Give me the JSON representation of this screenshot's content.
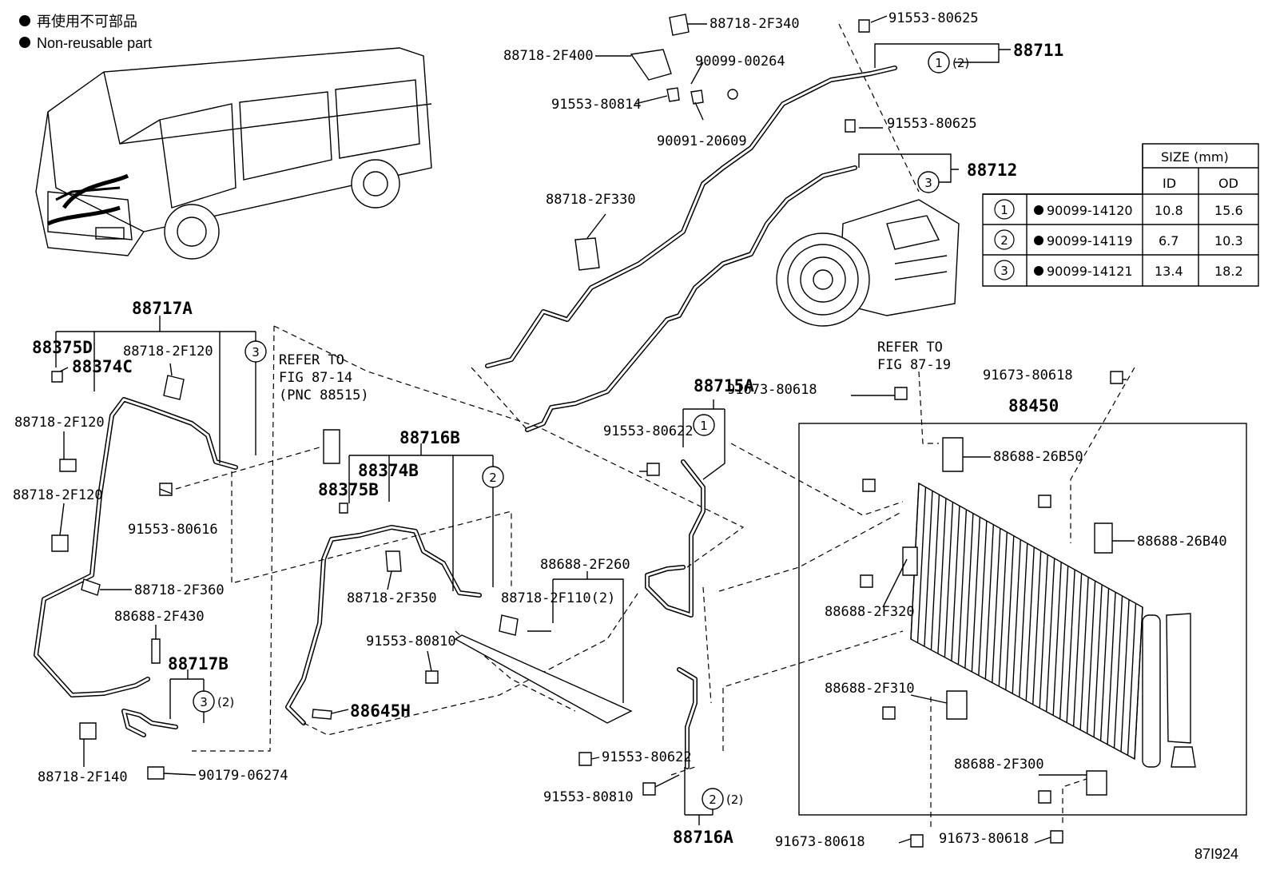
{
  "legend": {
    "jp": "再使用不可部品",
    "en": "Non-reusable part"
  },
  "figure_id": "87I924",
  "size_table": {
    "header": "SIZE (mm)",
    "cols": [
      "ID",
      "OD"
    ],
    "rows": [
      {
        "no": "1",
        "part": "90099-14120",
        "id": "10.8",
        "od": "15.6"
      },
      {
        "no": "2",
        "part": "90099-14119",
        "id": "6.7",
        "od": "10.3"
      },
      {
        "no": "3",
        "part": "90099-14121",
        "id": "13.4",
        "od": "18.2"
      }
    ]
  },
  "refs": {
    "fig8714": [
      "REFER TO",
      "FIG 87-14",
      "(PNC 88515)"
    ],
    "fig8719": [
      "REFER TO",
      "FIG 87-19"
    ]
  },
  "groups": {
    "g88711": "88711",
    "g88712": "88712",
    "g88717A": "88717A",
    "g88716B": "88716B",
    "g88715A": "88715A",
    "g88450": "88450",
    "g88717B": "88717B",
    "g88716A": "88716A",
    "g88645H": "88645H",
    "g88375D": "88375D",
    "g88374C": "88374C",
    "g88374B": "88374B",
    "g88375B": "88375B"
  },
  "parts": {
    "p1": "88718-2F340",
    "p2": "91553-80625",
    "p3": "88718-2F400",
    "p4": "90099-00264",
    "p5": "91553-80814",
    "p6": "90091-20609",
    "p7": "91553-80625",
    "p8": "88718-2F330",
    "p9": "88718-2F120",
    "p10": "88718-2F120",
    "p11": "88718-2F120",
    "p12": "91553-80616",
    "p13": "88718-2F360",
    "p14": "88688-2F430",
    "p15": "88718-2F140",
    "p16": "90179-06274",
    "p17": "88718-2F350",
    "p18": "91553-80810",
    "p19": "88688-2F260",
    "p20": "88718-2F110(2)",
    "p21": "91553-80622",
    "p22": "91553-80810",
    "p23": "91553-80622",
    "p24": "91673-80618",
    "p25": "91673-80618",
    "p26": "88688-26B50",
    "p27": "88688-26B40",
    "p28": "88688-2F320",
    "p29": "88688-2F310",
    "p30": "88688-2F300",
    "p31": "91673-80618",
    "p32": "91673-80618"
  },
  "circles": {
    "c1a": "1",
    "c1a_q": "(2)",
    "c3a": "3",
    "c3b": "3",
    "c1b": "1",
    "c2a": "2",
    "c3c": "3",
    "c3c_q": "(2)",
    "c2b": "2",
    "c2b_q": "(2)"
  }
}
